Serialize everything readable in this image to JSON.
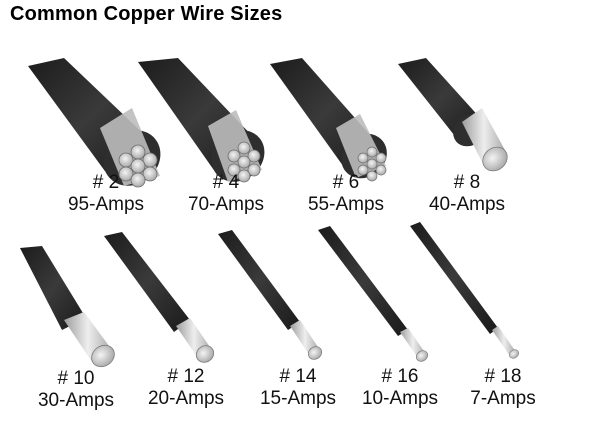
{
  "title": "Common Copper Wire Sizes",
  "wires": [
    {
      "gauge": "# 2",
      "amps": "95-Amps"
    },
    {
      "gauge": "# 4",
      "amps": "70-Amps"
    },
    {
      "gauge": "# 6",
      "amps": "55-Amps"
    },
    {
      "gauge": "# 8",
      "amps": "40-Amps"
    },
    {
      "gauge": "# 10",
      "amps": "30-Amps"
    },
    {
      "gauge": "# 12",
      "amps": "20-Amps"
    },
    {
      "gauge": "# 14",
      "amps": "15-Amps"
    },
    {
      "gauge": "# 16",
      "amps": "10-Amps"
    },
    {
      "gauge": "# 18",
      "amps": "7-Amps"
    }
  ],
  "colors": {
    "insulation": "#2a2a2a",
    "conductor": "#cfcfcf",
    "background": "#ffffff"
  }
}
